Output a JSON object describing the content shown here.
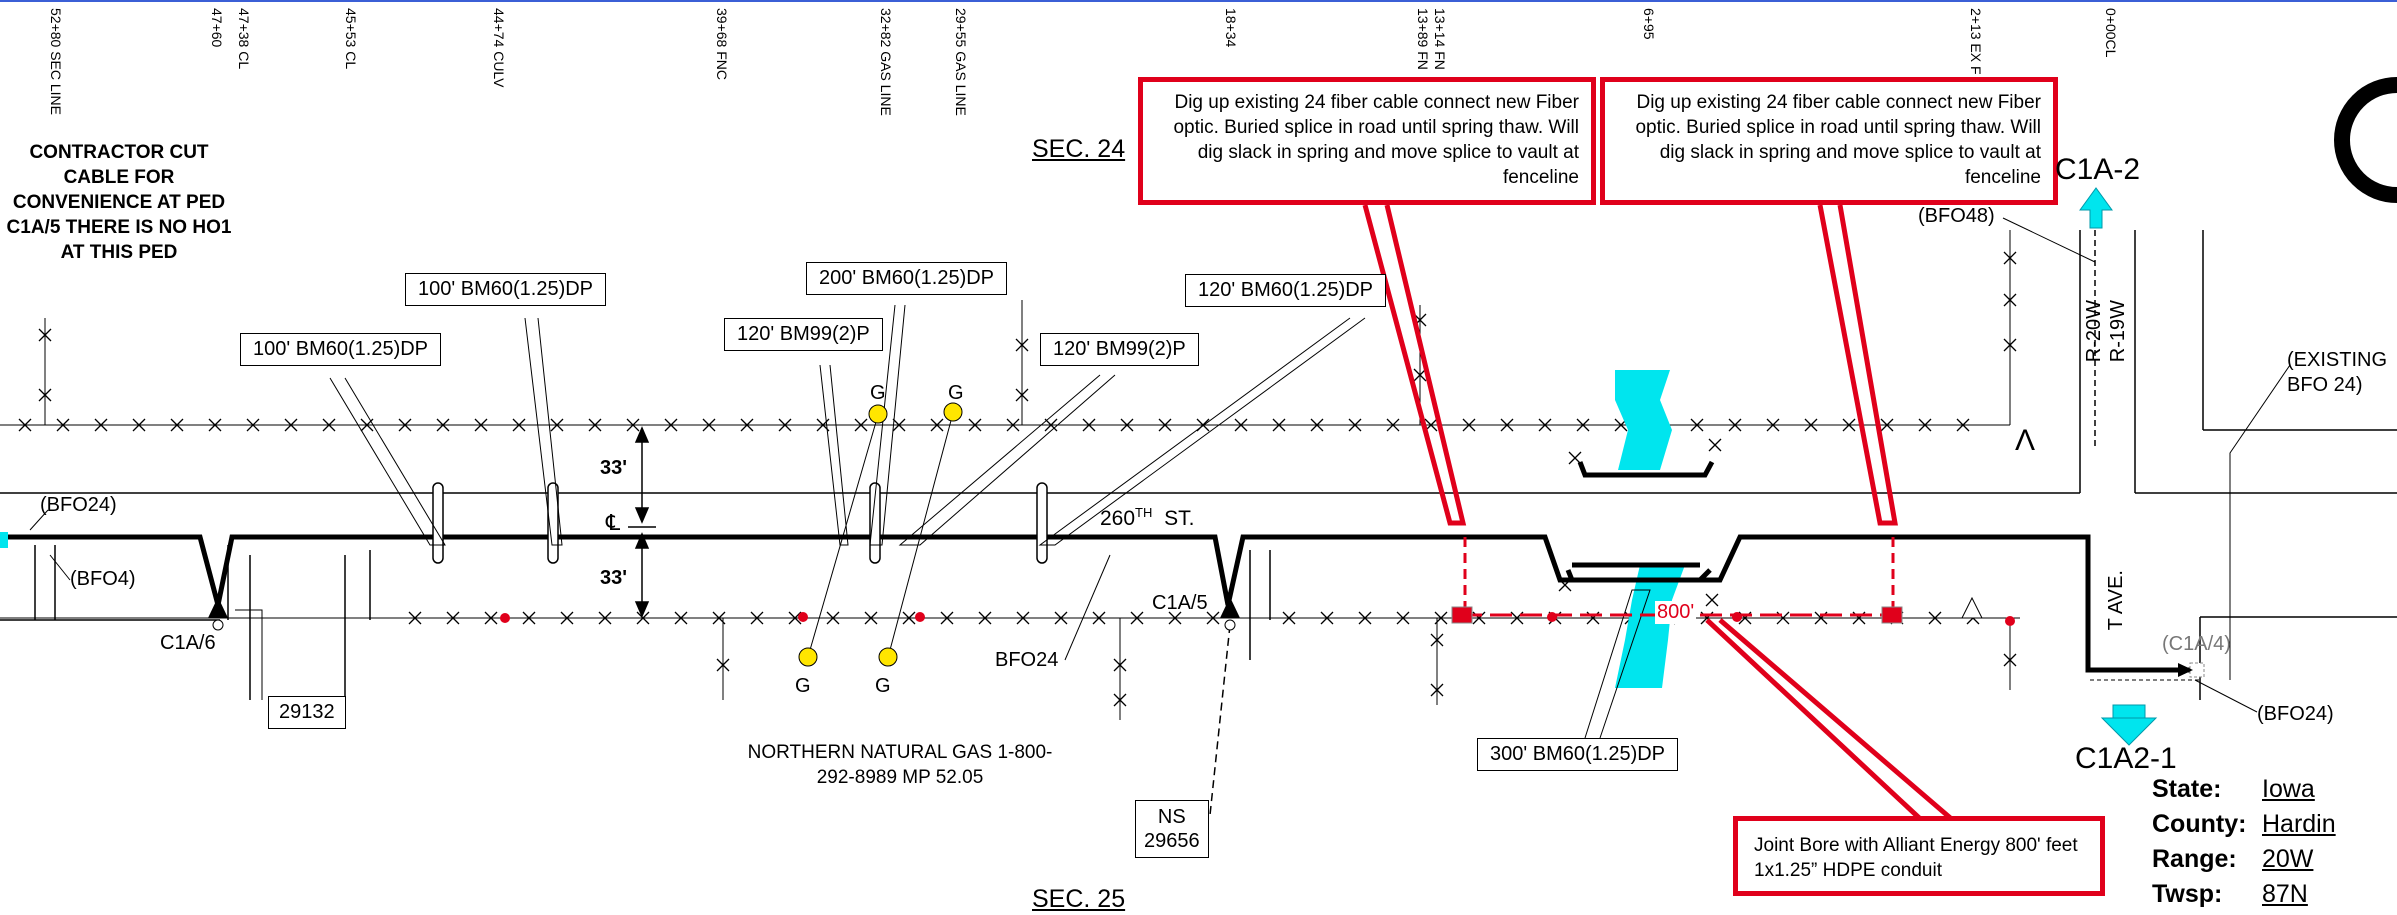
{
  "stations": [
    {
      "id": "s1",
      "text": "52+80 SEC LINE"
    },
    {
      "id": "s2",
      "text": "47+60"
    },
    {
      "id": "s3",
      "text": "47+38 CL"
    },
    {
      "id": "s4",
      "text": "45+53 CL"
    },
    {
      "id": "s5",
      "text": "44+74 CULV"
    },
    {
      "id": "s6",
      "text": "39+68 FNC"
    },
    {
      "id": "s7",
      "text": "32+82 GAS LINE"
    },
    {
      "id": "s8",
      "text": "29+55 GAS LINE"
    },
    {
      "id": "s9",
      "text": "18+34"
    },
    {
      "id": "s10",
      "text": "13+14 FN"
    },
    {
      "id": "s11",
      "text": "13+89 FN"
    },
    {
      "id": "s12",
      "text": "6+95"
    },
    {
      "id": "s13",
      "text": "2+13 EX F"
    },
    {
      "id": "s14",
      "text": "0+00CL"
    }
  ],
  "contractor_note": "CONTRACTOR CUT CABLE FOR CONVENIENCE AT PED C1A/5 THERE IS NO HO1 AT THIS PED",
  "callouts": [
    {
      "id": "c1",
      "text": "100' BM60(1.25)DP"
    },
    {
      "id": "c2",
      "text": "100' BM60(1.25)DP"
    },
    {
      "id": "c3",
      "text": "200' BM60(1.25)DP"
    },
    {
      "id": "c4",
      "text": "120' BM99(2)P"
    },
    {
      "id": "c5",
      "text": "120' BM99(2)P"
    },
    {
      "id": "c6",
      "text": "120' BM60(1.25)DP"
    },
    {
      "id": "c7",
      "text": "300' BM60(1.25)DP"
    }
  ],
  "red_notes": {
    "dig1": "Dig up existing 24 fiber cable connect new Fiber optic. Buried splice in road until spring thaw.  Will dig slack in spring and move splice to vault at fenceline",
    "dig2": "Dig up existing 24 fiber cable connect new Fiber optic. Buried splice in road until spring thaw.  Will dig slack in spring and move splice to vault at fenceline",
    "bore": "Joint Bore with Alliant Energy 800' feet 1x1.25” HDPE conduit",
    "bore_length": "800'"
  },
  "labels": {
    "sec24": "SEC. 24",
    "sec25": "SEC. 25",
    "dim_upper": "33'",
    "dim_lower": "33'",
    "centerline": "℄",
    "street_num": "260",
    "street_sup": "TH",
    "street_suffix": "ST.",
    "bfo24_left": "(BFO24)",
    "bfo4": "(BFO4)",
    "c1a6": "C1A/6",
    "ped_29132": "29132",
    "c1a5": "C1A/5",
    "bfo24_mid": "BFO24",
    "ns_box_line1": "NS",
    "ns_box_line2": "29656",
    "gas_g": "G",
    "gas_company": "NORTHERN NATURAL GAS 1-800-292-8989 MP 52.05",
    "c1a2": "C1A-2",
    "c1a2_1": "C1A2-1",
    "bfo48": "(BFO48)",
    "r20w": "R-20W",
    "r19w": "R-19W",
    "existing_bfo": "(EXISTING BFO 24)",
    "t_ave": "T  AVE.",
    "c1a4": "(C1A/4)",
    "bfo24_right": "(BFO24)"
  },
  "info_block": [
    {
      "key": "State:",
      "value": "Iowa"
    },
    {
      "key": "County:",
      "value": "Hardin"
    },
    {
      "key": "Range:",
      "value": "20W"
    },
    {
      "key": "Twsp:",
      "value": "87N"
    }
  ],
  "colors": {
    "annotation_red": "#e0001b",
    "water_cyan": "#00e5ee",
    "gas_marker": "#ffe600",
    "cable_black": "#000000"
  }
}
